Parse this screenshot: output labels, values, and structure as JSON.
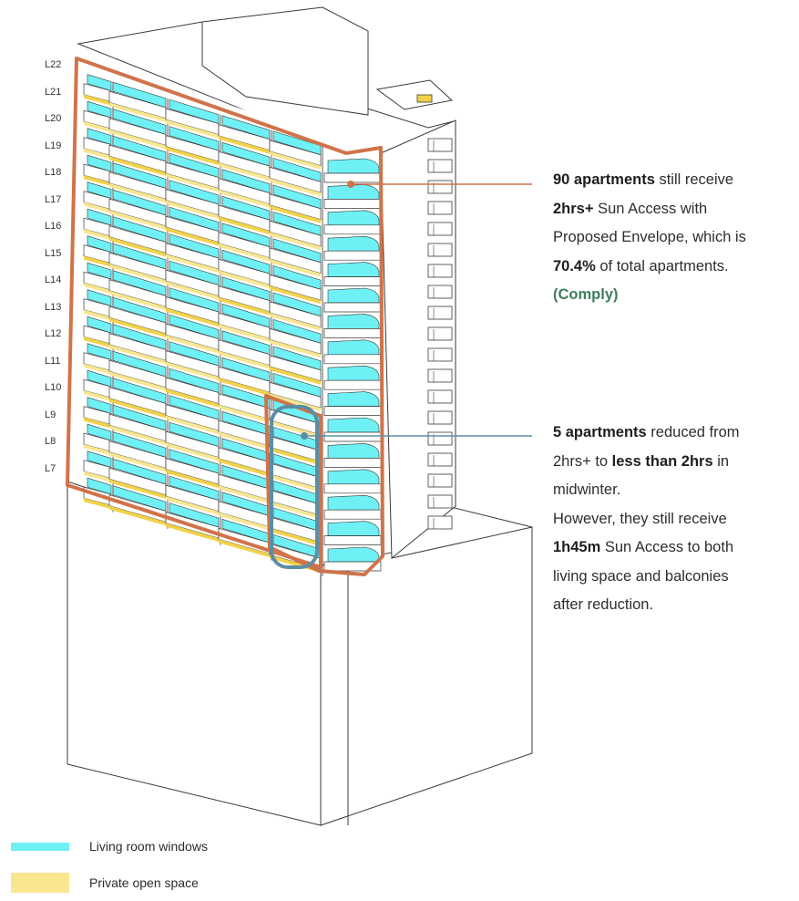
{
  "levels": [
    "L22",
    "L21",
    "L20",
    "L19",
    "L18",
    "L17",
    "L16",
    "L15",
    "L14",
    "L13",
    "L12",
    "L11",
    "L10",
    "L9",
    "L8",
    "L7"
  ],
  "annotation_comply": {
    "line1_bold": "90 apartments",
    "line1_rest": " still receive",
    "line2_bold": "2hrs+",
    "line2_rest": " Sun Access with",
    "line3": "Proposed Envelope, which is",
    "line4_bold": "70.4%",
    "line4_rest": " of total apartments.",
    "line5_status": "(Comply)"
  },
  "annotation_reduced": {
    "line1_bold": "5 apartments",
    "line1_rest": " reduced from",
    "line2_pre": "2hrs+ to ",
    "line2_bold": "less than 2hrs",
    "line2_rest": " in",
    "line3": "midwinter.",
    "line4": "However, they still receive",
    "line5_bold": "1h45m",
    "line5_rest": " Sun Access to both",
    "line6": "living space and balconies",
    "line7": "after reduction."
  },
  "legend": [
    {
      "label": "Living room windows",
      "color": "#6ff0f4"
    },
    {
      "label": "Private open space",
      "color": "#f8e690"
    }
  ],
  "colors": {
    "comply_outline": "#d0734a",
    "reduced_outline": "#5b8ea5",
    "window": "#6ff0f4",
    "private_open_space": "#f8e690",
    "yellow_balcony": "#f2d24a",
    "building_line": "#3a3a3a"
  }
}
